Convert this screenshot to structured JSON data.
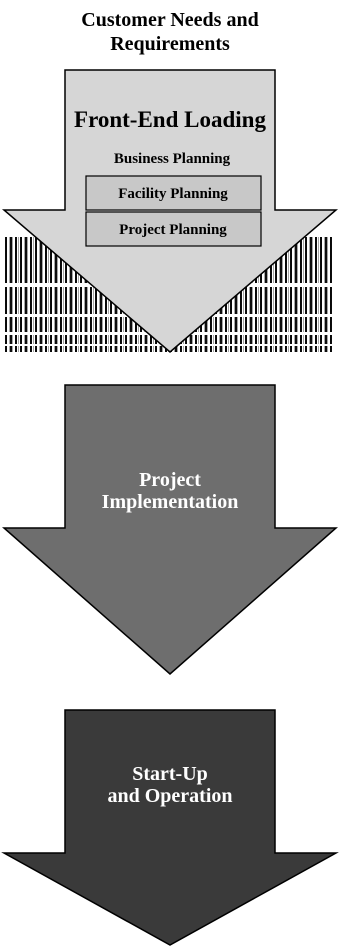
{
  "header": {
    "line1": "Customer Needs and",
    "line2": "Requirements"
  },
  "stage1": {
    "title": "Front-End Loading",
    "business_planning": "Business Planning",
    "facility_planning": "Facility Planning",
    "project_planning": "Project Planning"
  },
  "stage2": {
    "line1": "Project",
    "line2": "Implementation"
  },
  "stage3": {
    "line1": "Start-Up",
    "line2": "and Operation"
  },
  "colors": {
    "stage1_fill": "#d6d6d6",
    "stage2_fill": "#6e6e6e",
    "stage3_fill": "#3a3a3a",
    "box_fill": "#c8c8c8",
    "outline": "#000000"
  }
}
